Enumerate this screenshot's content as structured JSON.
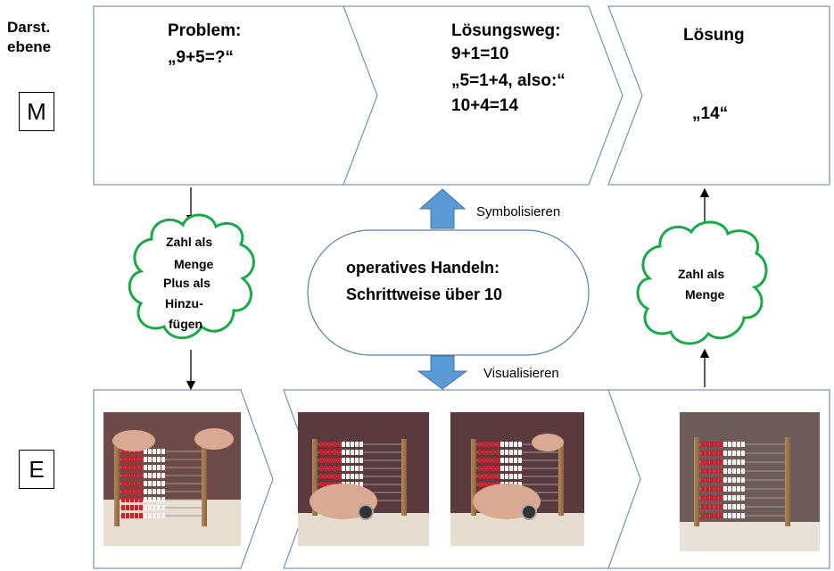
{
  "header": {
    "line1": "Darst.",
    "line2": "ebene"
  },
  "levels": {
    "symbolic": "M",
    "enactive": "E"
  },
  "top_row": {
    "problem": {
      "title": "Problem:",
      "line2": "„9+5=?“"
    },
    "solution_path": {
      "title": "Lösungsweg:",
      "line2": "9+1=10",
      "line3": "„5=1+4, also:“",
      "line4": "10+4=14"
    },
    "solution": {
      "title": "Lösung",
      "value": "„14“"
    }
  },
  "clouds": {
    "left": {
      "lines": [
        "Zahl als",
        "Menge",
        "Plus als",
        "Hinzu-",
        "fügen"
      ]
    },
    "right": {
      "lines": [
        "Zahl als",
        "Menge"
      ]
    }
  },
  "center": {
    "line1": "operatives Handeln:",
    "line2": "Schrittweise über 10"
  },
  "arrows": {
    "up_label": "Symbolisieren",
    "down_label": "Visualisieren"
  },
  "colors": {
    "arrow_fill": "#5b9bd5",
    "cloud_stroke": "#1aa84a",
    "box_stroke": "#5a7fa6"
  }
}
